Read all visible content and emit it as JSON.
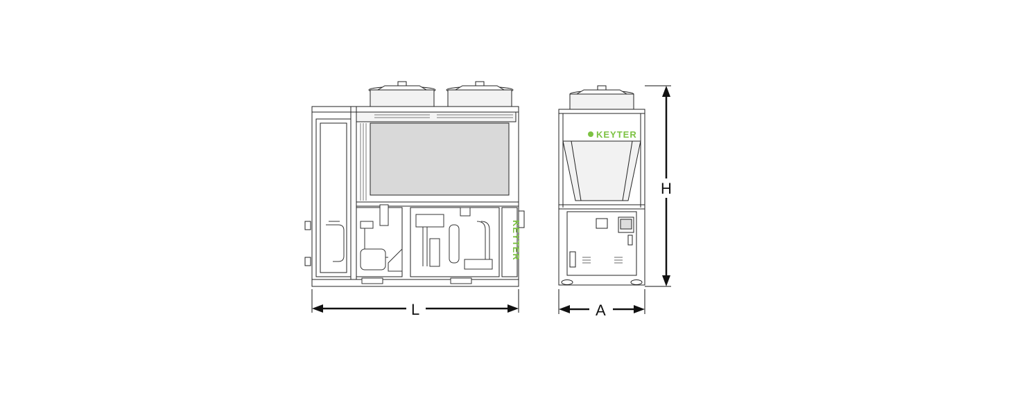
{
  "brand": {
    "name": "KEYTER",
    "color": "#7cc242"
  },
  "dimensions": {
    "length_label": "L",
    "width_label": "A",
    "height_label": "H"
  },
  "colors": {
    "line": "#222222",
    "panel": "#d9d9d9",
    "fan": "#eeeeee",
    "arrow": "#111111"
  }
}
